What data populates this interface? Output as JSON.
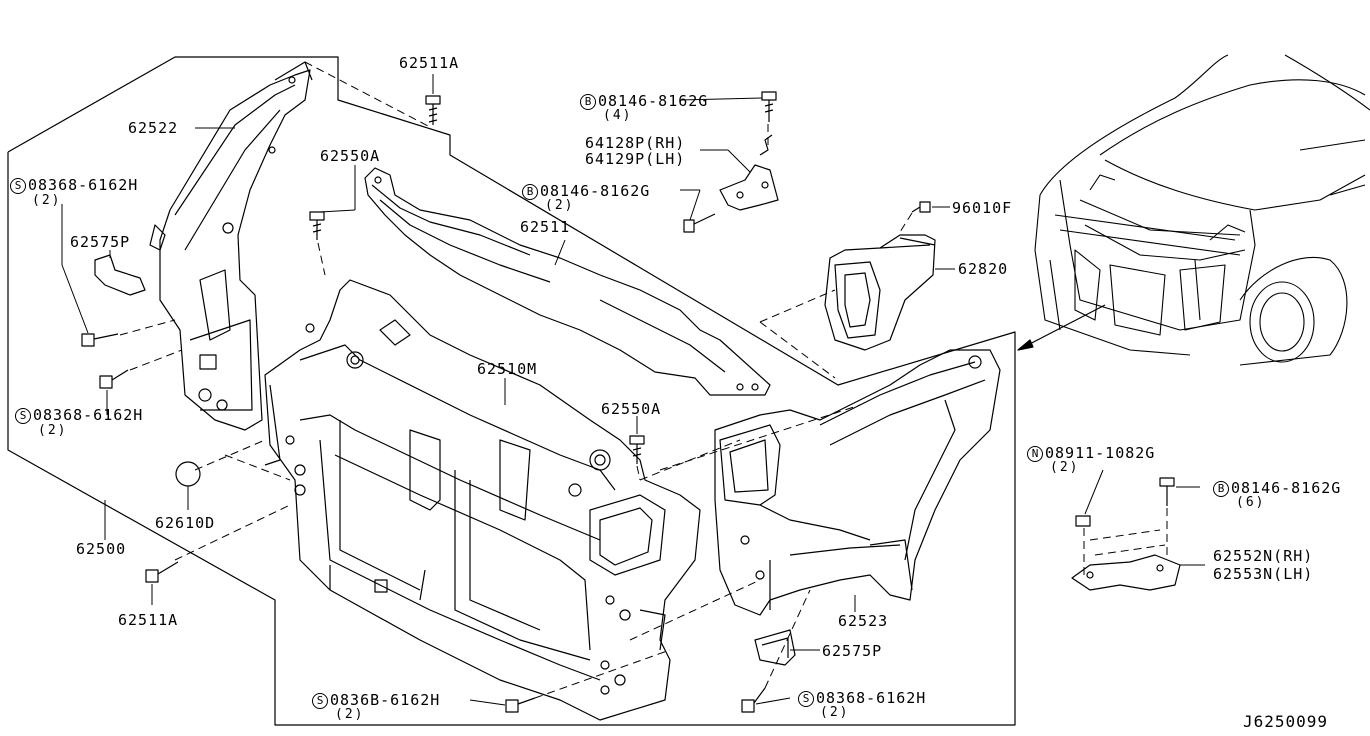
{
  "diagram_id": "J6250099",
  "callouts": {
    "c62511A_top": "62511A",
    "c62522": "62522",
    "c08368_tl": {
      "prefix": "S",
      "text": "08368-6162H",
      "qty": "(2)"
    },
    "c62575P_left": "62575P",
    "c62550A_top": "62550A",
    "c08368_ml": {
      "prefix": "S",
      "text": "08368-6162H",
      "qty": "(2)"
    },
    "c62511": "62511",
    "c62510M": "62510M",
    "c62550A_mid": "62550A",
    "c62610D": "62610D",
    "c62500": "62500",
    "c62511A_bot": "62511A",
    "c08146_top": {
      "prefix": "B",
      "text": "08146-8162G",
      "qty": "(4)"
    },
    "c64128P": "64128P(RH)",
    "c64129P": "64129P(LH)",
    "c08146_mid": {
      "prefix": "B",
      "text": "08146-8162G",
      "qty": "(2)"
    },
    "c96010F": "96010F",
    "c62820": "62820",
    "c08911": {
      "prefix": "N",
      "text": "08911-1082G",
      "qty": "(2)"
    },
    "c08146_right": {
      "prefix": "B",
      "text": "08146-8162G",
      "qty": "(6)"
    },
    "c62552N": "62552N(RH)",
    "c62553N": "62553N(LH)",
    "c62523": "62523",
    "c62575P_right": "62575P",
    "c0836B_bot": {
      "prefix": "S",
      "text": "0836B-6162H",
      "qty": "(2)"
    },
    "c08368_br": {
      "prefix": "S",
      "text": "08368-6162H",
      "qty": "(2)"
    }
  }
}
